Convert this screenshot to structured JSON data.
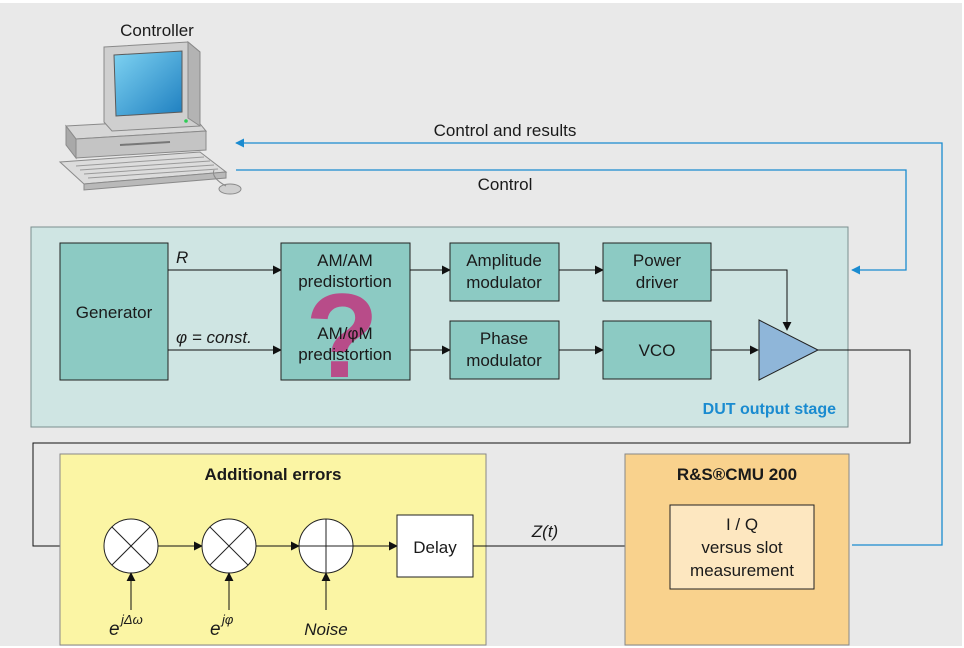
{
  "controller": {
    "label": "Controller"
  },
  "links": {
    "control_and_results": "Control and results",
    "control": "Control"
  },
  "dut": {
    "label": "DUT output stage",
    "generator": "Generator",
    "r_label": "R",
    "phi_label": "φ = const.",
    "am_am": [
      "AM/AM",
      "predistortion"
    ],
    "am_pm": [
      "AM/φM",
      "predistortion"
    ],
    "question_mark": "?",
    "amplitude_modulator": [
      "Amplitude",
      "modulator"
    ],
    "power_driver": [
      "Power",
      "driver"
    ],
    "phase_modulator": [
      "Phase",
      "modulator"
    ],
    "vco": "VCO"
  },
  "errors": {
    "title": "Additional errors",
    "delay": "Delay",
    "freq_error": {
      "base": "e",
      "exp": "jΔω"
    },
    "phase_error": {
      "base": "e",
      "exp": "jφ"
    },
    "noise": "Noise",
    "signal": "Z(t)"
  },
  "cmu": {
    "title": "R&S®CMU 200",
    "box": [
      "I / Q",
      "versus slot",
      "measurement"
    ]
  },
  "colors": {
    "background": "#e9e9e9",
    "dut_panel": "#cfe5e3",
    "block": "#8ccac3",
    "errors_panel": "#fbf5a4",
    "cmu_panel": "#f9d28d",
    "cmu_box": "#fde7c0",
    "blue_line": "#1a8bd0",
    "question_mark": "#c0367f",
    "amplifier": "#8fb6d9"
  }
}
